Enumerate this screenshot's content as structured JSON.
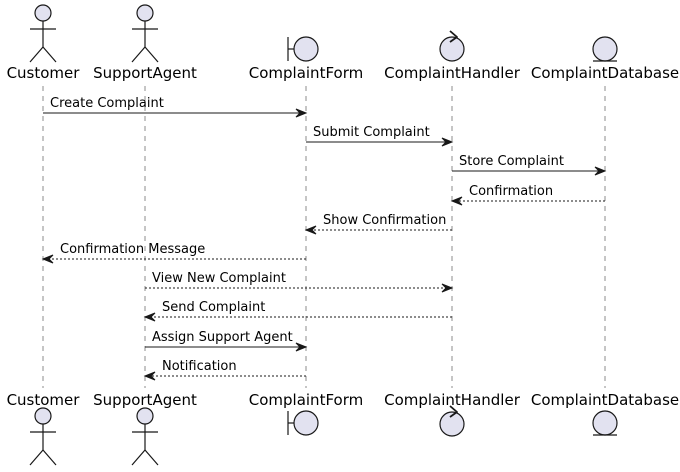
{
  "participants": [
    {
      "id": "customer",
      "name": "Customer",
      "kind": "actor"
    },
    {
      "id": "agent",
      "name": "SupportAgent",
      "kind": "actor"
    },
    {
      "id": "form",
      "name": "ComplaintForm",
      "kind": "boundary"
    },
    {
      "id": "handler",
      "name": "ComplaintHandler",
      "kind": "control"
    },
    {
      "id": "db",
      "name": "ComplaintDatabase",
      "kind": "entity"
    }
  ],
  "messages": [
    {
      "from": "customer",
      "to": "form",
      "label": "Create Complaint",
      "style": "solid"
    },
    {
      "from": "form",
      "to": "handler",
      "label": "Submit Complaint",
      "style": "solid"
    },
    {
      "from": "handler",
      "to": "db",
      "label": "Store Complaint",
      "style": "solid"
    },
    {
      "from": "db",
      "to": "handler",
      "label": "Confirmation",
      "style": "dashed"
    },
    {
      "from": "handler",
      "to": "form",
      "label": "Show Confirmation",
      "style": "dashed"
    },
    {
      "from": "form",
      "to": "customer",
      "label": "Confirmation Message",
      "style": "dashed"
    },
    {
      "from": "agent",
      "to": "handler",
      "label": "View New Complaint",
      "style": "dashed"
    },
    {
      "from": "handler",
      "to": "agent",
      "label": "Send Complaint",
      "style": "dashed"
    },
    {
      "from": "agent",
      "to": "form",
      "label": "Assign Support Agent",
      "style": "solid"
    },
    {
      "from": "form",
      "to": "agent",
      "label": "Notification",
      "style": "dashed"
    }
  ],
  "colors": {
    "participant_fill": "#E2E2F0",
    "participant_stroke": "#181818",
    "lifeline": "#181818",
    "arrow": "#181818"
  }
}
